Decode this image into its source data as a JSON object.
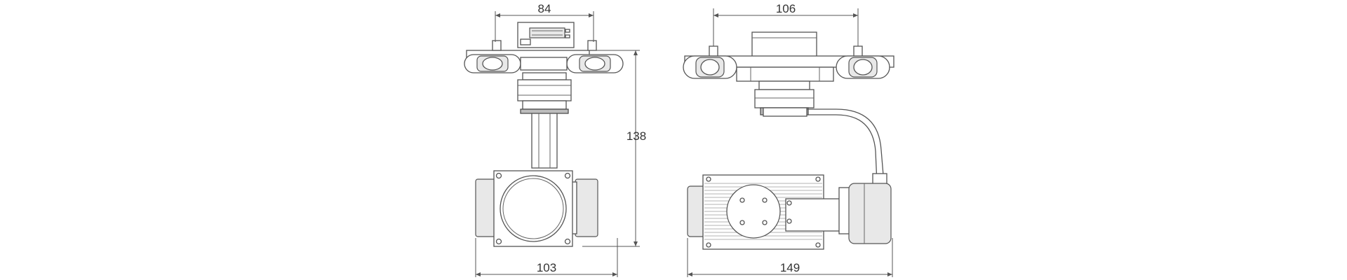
{
  "dimensions": {
    "front_mount_width": "84",
    "front_height": "138",
    "front_total_width": "103",
    "side_mount_width": "106",
    "side_total_width": "149"
  },
  "colors": {
    "line": "#555555",
    "text": "#333333",
    "background": "#ffffff"
  }
}
